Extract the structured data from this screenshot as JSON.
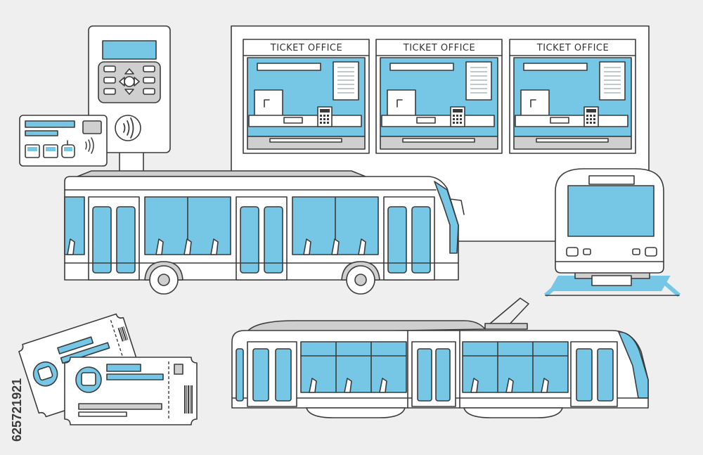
{
  "ticket_office": {
    "windows": [
      {
        "label": "TICKET OFFICE"
      },
      {
        "label": "TICKET OFFICE"
      },
      {
        "label": "TICKET OFFICE"
      }
    ]
  },
  "stock_id": "625721921",
  "colors": {
    "accent": "#76c6e6",
    "outline": "#3b3b3b",
    "panel_gray": "#cfcfcf",
    "background": "#efefef"
  },
  "icons": {
    "terminal": "ticket-validator-icon",
    "card": "transport-card-icon",
    "bus": "bus-icon",
    "metro": "metro-train-icon",
    "tram": "tram-icon",
    "tickets": "paper-ticket-icon"
  }
}
